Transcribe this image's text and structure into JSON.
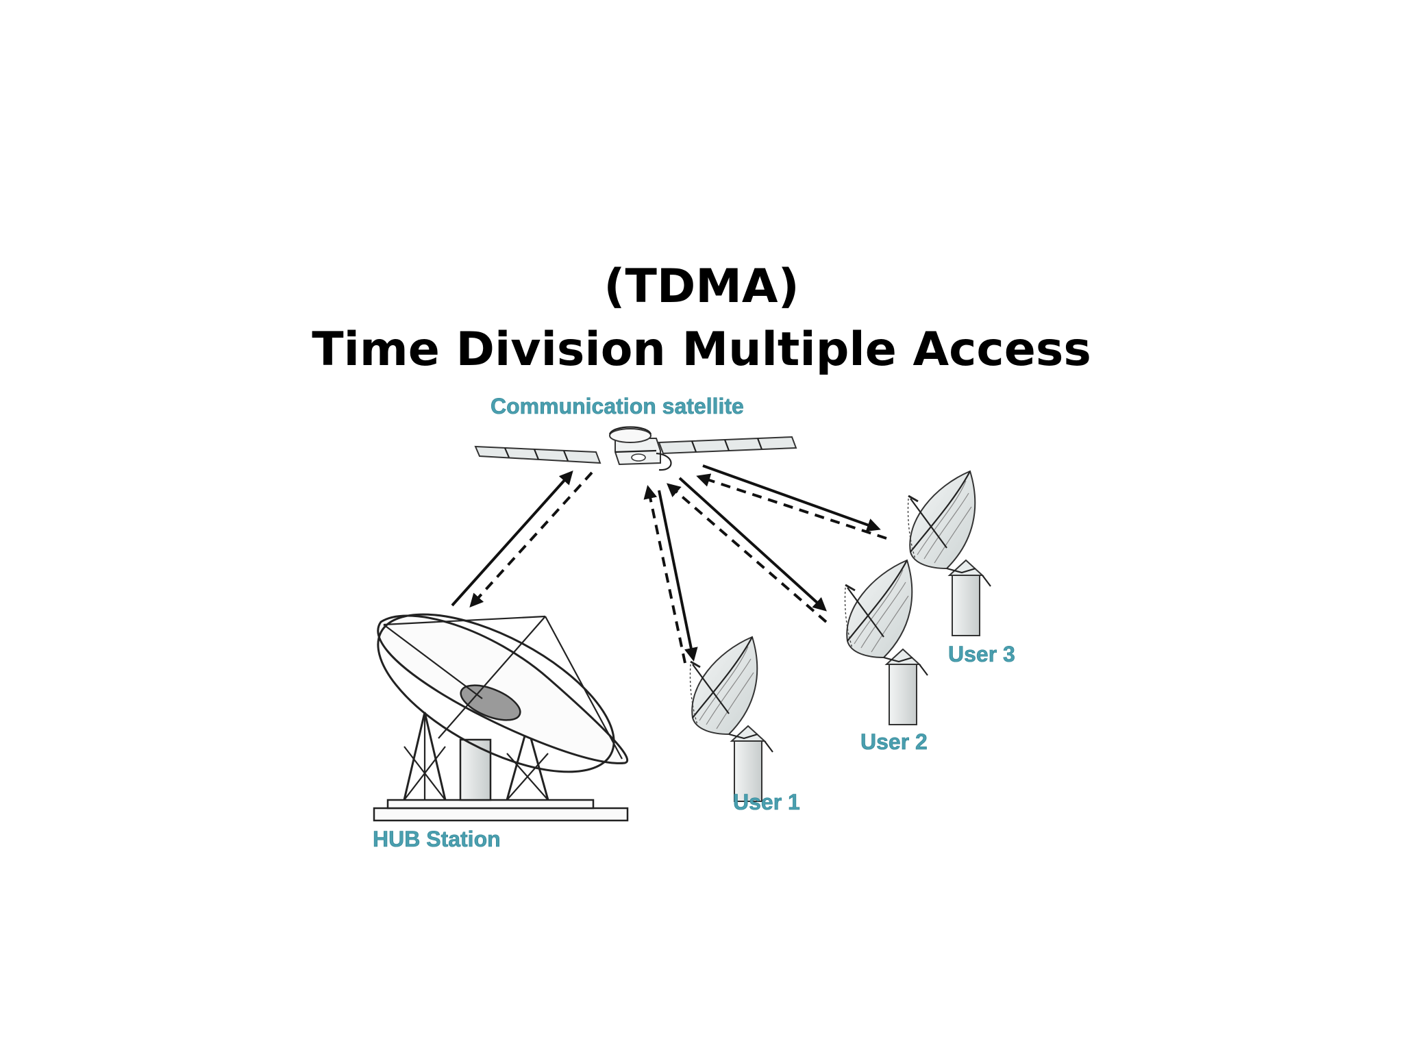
{
  "slide": {
    "title_line1": "(TDMA)",
    "title_line2": "Time Division Multiple Access"
  },
  "diagram": {
    "labels": {
      "satellite": "Communication satellite",
      "hub": "HUB Station",
      "user1": "User 1",
      "user2": "User 2",
      "user3": "User 3"
    },
    "label_color": "#4a9faf"
  }
}
